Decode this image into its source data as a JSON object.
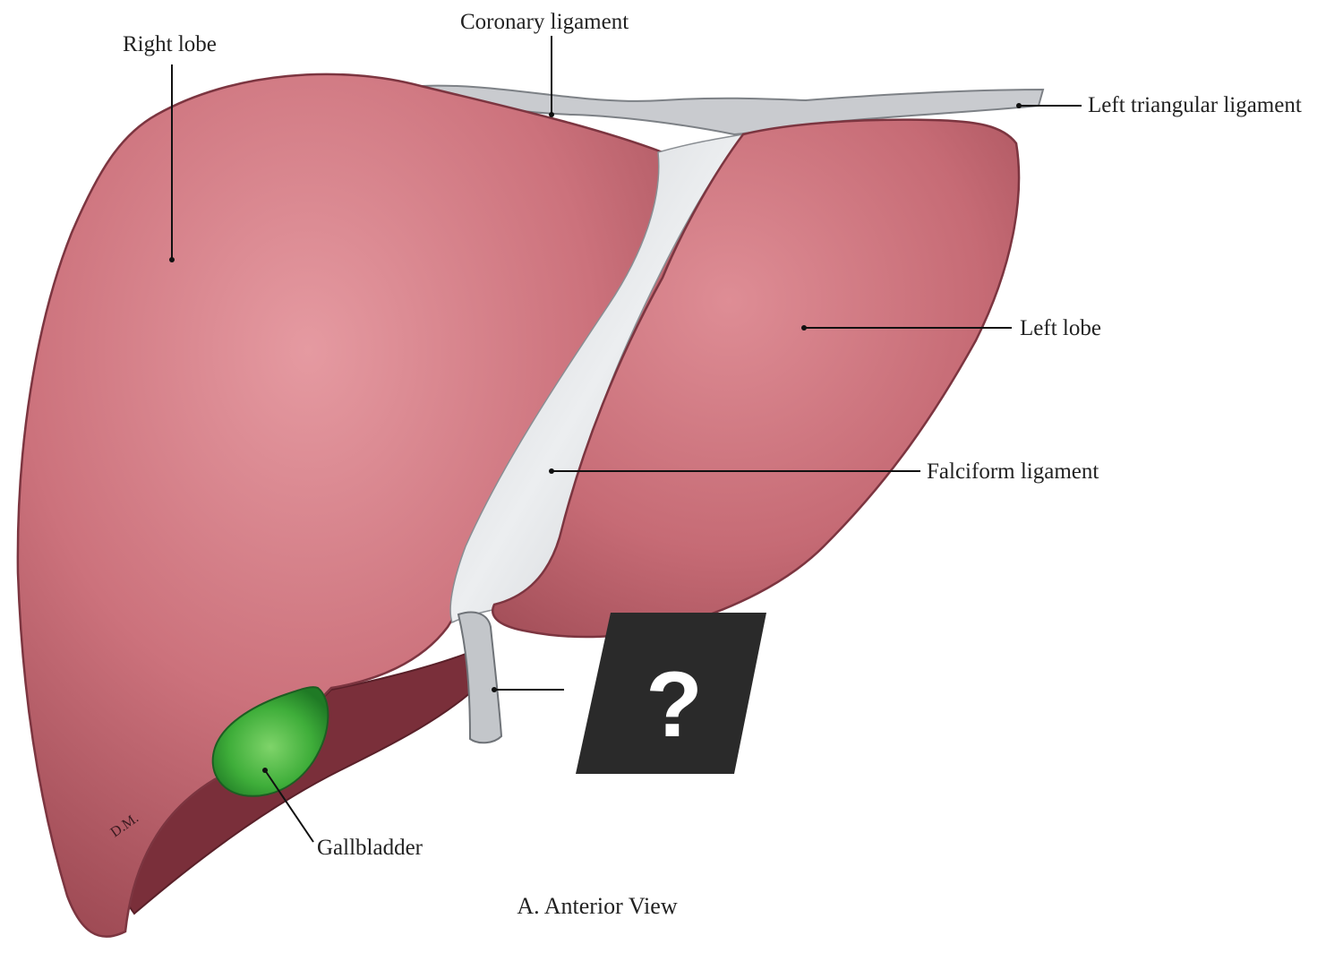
{
  "diagram": {
    "labels": {
      "right_lobe": "Right lobe",
      "coronary_ligament": "Coronary ligament",
      "left_triangular_ligament": "Left triangular ligament",
      "left_lobe": "Left lobe",
      "falciform_ligament": "Falciform ligament",
      "gallbladder": "Gallbladder"
    },
    "hidden_label": "?",
    "caption": "A. Anterior View",
    "artist_initials": "D.M.",
    "colors": {
      "liver": "#c76a74",
      "liver_highlight": "#e3939a",
      "liver_shadow": "#8f3f49",
      "ligament": "#d6d8db",
      "gallbladder": "#3fae3a",
      "mask": "#2a2a2a"
    }
  }
}
